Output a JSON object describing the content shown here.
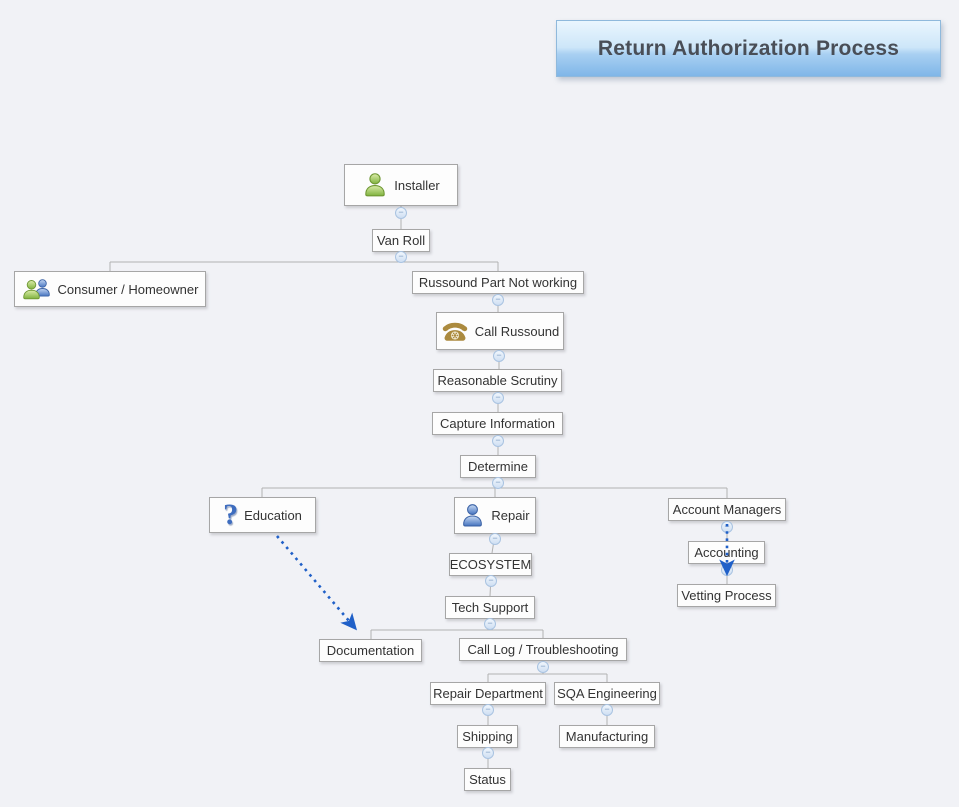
{
  "title": {
    "label": "Return Authorization Process"
  },
  "ui": {
    "collapse_glyph": "−",
    "question_glyph": "?"
  },
  "colors": {
    "background": "#f1f2f6",
    "node_border": "#a6a6a6",
    "node_background": "#fdfdfd",
    "tree_line": "#b1b1b1",
    "arrow_blue": "#2060c8",
    "banner_top": "#eaf6fe",
    "banner_bottom": "#7fb6e8",
    "banner_text": "#494e57",
    "person_green": "#7fb23e",
    "person_blue": "#4674c0",
    "phone_gold": "#ab8a3e"
  },
  "nodes": {
    "installer": {
      "label": "Installer",
      "icon": "person-green"
    },
    "van_roll": {
      "label": "Van Roll"
    },
    "consumer_homeowner": {
      "label": "Consumer / Homeowner",
      "icon": "people-group"
    },
    "russound_part": {
      "label": "Russound Part Not working"
    },
    "call_russound": {
      "label": "Call Russound",
      "icon": "telephone"
    },
    "reasonable_scrutiny": {
      "label": "Reasonable Scrutiny"
    },
    "capture_information": {
      "label": "Capture Information"
    },
    "determine": {
      "label": "Determine"
    },
    "education": {
      "label": "Education",
      "icon": "question-mark"
    },
    "repair": {
      "label": "Repair",
      "icon": "person-blue"
    },
    "account_managers": {
      "label": "Account Managers"
    },
    "accounting": {
      "label": "Accounting"
    },
    "vetting_process": {
      "label": "Vetting Process"
    },
    "ecosystem": {
      "label": "ECOSYSTEM"
    },
    "tech_support": {
      "label": "Tech Support"
    },
    "documentation": {
      "label": "Documentation"
    },
    "call_log": {
      "label": "Call Log / Troubleshooting"
    },
    "repair_department": {
      "label": "Repair Department"
    },
    "sqa_engineering": {
      "label": "SQA Engineering"
    },
    "shipping": {
      "label": "Shipping"
    },
    "manufacturing": {
      "label": "Manufacturing"
    },
    "status": {
      "label": "Status"
    }
  },
  "structure": {
    "tree_edges": [
      [
        "Installer",
        "Van Roll"
      ],
      [
        "Van Roll",
        "Consumer / Homeowner"
      ],
      [
        "Van Roll",
        "Russound Part Not working"
      ],
      [
        "Russound Part Not working",
        "Call Russound"
      ],
      [
        "Call Russound",
        "Reasonable Scrutiny"
      ],
      [
        "Reasonable Scrutiny",
        "Capture Information"
      ],
      [
        "Capture Information",
        "Determine"
      ],
      [
        "Determine",
        "Education"
      ],
      [
        "Determine",
        "Repair"
      ],
      [
        "Determine",
        "Account Managers"
      ],
      [
        "Repair",
        "ECOSYSTEM"
      ],
      [
        "ECOSYSTEM",
        "Tech Support"
      ],
      [
        "Tech Support",
        "Documentation"
      ],
      [
        "Tech Support",
        "Call Log / Troubleshooting"
      ],
      [
        "Call Log / Troubleshooting",
        "Repair Department"
      ],
      [
        "Call Log / Troubleshooting",
        "SQA Engineering"
      ],
      [
        "Repair Department",
        "Shipping"
      ],
      [
        "Shipping",
        "Status"
      ],
      [
        "SQA Engineering",
        "Manufacturing"
      ],
      [
        "Account Managers",
        "Accounting"
      ],
      [
        "Accounting",
        "Vetting Process"
      ]
    ],
    "dotted_arrows": [
      [
        "Education",
        "Documentation"
      ],
      [
        "Account Managers",
        "Vetting Process"
      ]
    ]
  }
}
